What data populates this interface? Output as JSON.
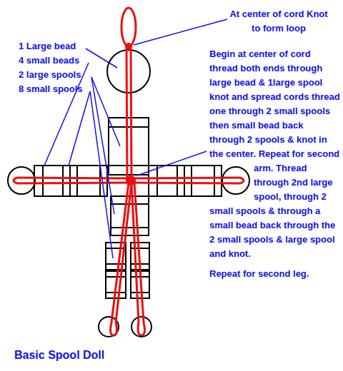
{
  "diagram": {
    "title": "Basic Spool Doll",
    "labels": [
      "At center of cord Knot to form loop",
      "1 Large bead",
      "4 small beads",
      "2 large spools",
      "8 small spools",
      "Begin at center of cord thread both ends through large bead & 1large spool knot and spread cords thread one through 2 small spools then small bead back through 2 spools & knot in the center. Repeat for second arm. Thread through 2nd large spool, through 2 small spools & through a small bead back through the 2 small spools & large spool and knot.",
      "Repeat for second leg."
    ]
  }
}
